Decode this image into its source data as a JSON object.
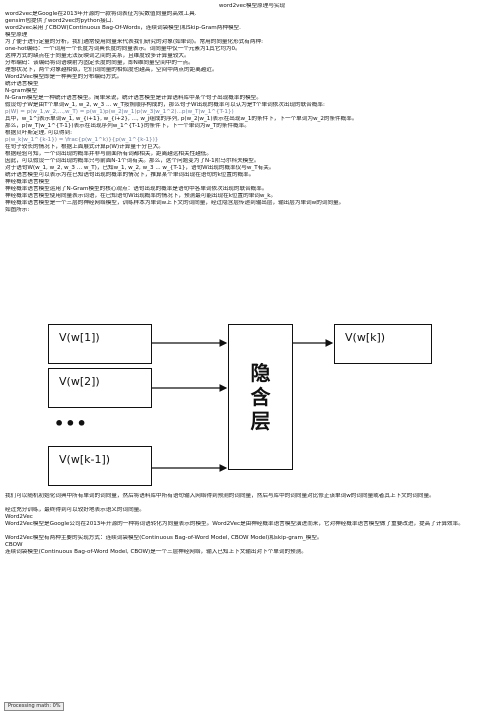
{
  "page": {
    "title": "word2vec模型原理与实现",
    "lines_top": [
      "word2vec是Google在2013年开源的一款将词表征为实数值向量的高效工具.",
      "gensim包提供了word2vec的python接口.",
      "word2vec采用了CBOW(Continuous Bag-Of-Words，连续词袋模型)和Skip-Gram两种模型.",
      "模型原理",
      "为了便于进行定量的分析，我们通常使用向量来代表我们研究的对象(如单词)。常用的向量化形式有两种:",
      "one-hot编码：一个词用一个长度为词典长度的向量表示。词向量中仅一个元素为1其它均为0。",
      "这种方式的缺点在于向量无法反映词之间的关系，且维度较多计算量较大。",
      "分布编码：该编码将词语映射为固定长度的向量，即N维向量空间中的一点。",
      "理想状况下，两个对象越相似，它们词向量的相似度也越高，空间中两点的距离越近。",
      "Word2Vec模型即是一种典型的分布编码方式。",
      "统计语言模型",
      "N-gram模型",
      "N-Gram模型是一种统计语言模型。简单来说，统计语言模型是计算语料库中某个句子出现概率的模型。",
      "假设句子W是由T个单词w_1, w_2, w_3 ... w_T按照顺序构成的，那么句子W出现的概率可以认为是T个单词依次出现的联合概率:",
      "p(W) = p(w_1,w_2,...,w_T) = p(w_1)p(w_2|w_1)p(w_3|w_1^2)...p(w_T|w_1^{T-1})",
      "其中，w_1^j表示单词w_1, w_{i+1}, w_{i+2}, ..., w_j组成的序列, p(w_2|w_1)表示在出现w_1的条件下，下一个单词为w_2的条件概率。",
      "那么，p(w_T|w_1^{T-1})表示在出现序列w_1^{T-1}的条件下，下一个单词为w_T的条件概率。",
      "根据贝叶斯定理, 可以得到:",
      "p(w_k|w_1^{k-1}) = \\frac{p(w_1^k)}{p(w_1^{k-1})}",
      "在句子较长的情况下，根据上面展式计算p(W)计算量十分巨大。",
      "根据经验可知，一个词出现的概率并非与前面所有词都相关，距离越远相关性越低。",
      "因此，可以假设一个词出现的概率只与前面N-1个词有关。那么，这个问题变为了N-1阶马尔科夫模型。",
      "对于语句W(w_1, w_2, w_3 ... w_T)，已知w_1, w_2, w_3 ... w_{T-1}，语句W出现的概率仅与w_T有关。",
      "统计语言模型可以表示为在已知语句出现的概率的情况下，推算某个单词出现在语句的k位置的概率。",
      "神经概率语言模型",
      "神经概率语言模型运用了N-Gram模型的核心观点：语句出现的概率是语句中各单词依次出现的联合概率。",
      "神经概率语言模型使用向量表示词语，在已知语句W出现概率的情况下，预测最可能出现在k位置的单词w_k。",
      "神经概率语言模型是一个三层的神经网络模型，训练样本为单词w上下文的词向量，经过隐含层传递到输出层，输出层为单词w的词向量。",
      "如图所示:"
    ],
    "lines_bottom": [
      "我们可以随机初始化词典中所有单词的词向量，然后将语料库中所有语句输入网络得到预测的词向量，然后与库中的词向量对比修正该单词w的词向量或者其上下文的词向量。",
      "经过充分训练，最终得到可以较好地表示语义的词向量。",
      "Word2Vec",
      "Word2Vec模型是Google公司在2013年开源的一种将词语转化为向量表示的模型。Word2Vec是由神经概率语言模型演进而来，它对神经概率语言模型做了重要改进，提高了计算效率。",
      "Word2Vec模型有两种主要的实现方式：连续词袋模型(Continuous Bag-of-Word Model, CBOW Model)和skip-gram_模型。",
      "CBOW",
      "连续词袋模型(Continuous Bag-of-Word Model, CBOW)是一个三层神经网络，输入已知上下文输出对下个单词的预测。"
    ],
    "progress_text": "Processing math: 0%"
  },
  "figure": {
    "inputs": [
      "V(w[1])",
      "V(w[2])",
      "V(w[k-1])"
    ],
    "dots": "•••",
    "hidden": [
      "隐",
      "含",
      "层"
    ],
    "output": "V(w[k])"
  }
}
